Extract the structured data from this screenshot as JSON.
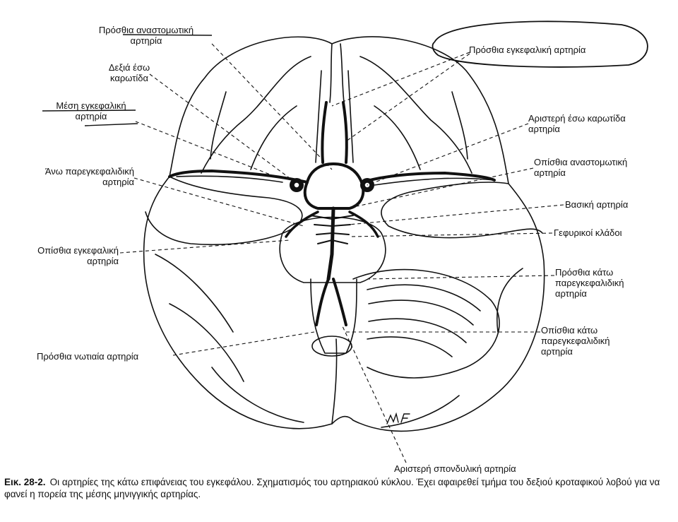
{
  "labels": {
    "ant_communicating": [
      "Πρόσθια αναστομωτική",
      "αρτηρία"
    ],
    "right_internal_carotid": [
      "Δεξιά έσω",
      "καρωτίδα"
    ],
    "middle_cerebral": [
      "Μέση εγκεφαλική",
      "αρτηρία"
    ],
    "superior_cerebellar": [
      "Άνω παρεγκεφαλιδική",
      "αρτηρία"
    ],
    "posterior_cerebral": [
      "Οπίσθια εγκεφαλική",
      "αρτηρία"
    ],
    "anterior_spinal": "Πρόσθια νωτιαία αρτηρία",
    "anterior_cerebral": "Πρόσθια εγκεφαλική αρτηρία",
    "left_internal_carotid": [
      "Αριστερή έσω καρωτίδα",
      "αρτηρία"
    ],
    "posterior_communicating": [
      "Οπίσθια αναστομωτική",
      "αρτηρία"
    ],
    "basilar": "Βασική αρτηρία",
    "pontine_branches": "Γεφυρικοί κλάδοι",
    "anterior_inferior_cerebellar": [
      "Πρόσθια κάτω",
      "παρεγκεφαλιδική",
      "αρτηρία"
    ],
    "posterior_inferior_cerebellar": [
      "Οπίσθια κάτω",
      "παρεγκεφαλιδική",
      "αρτηρία"
    ],
    "left_vertebral": "Αριστερή σπονδυλική αρτηρία"
  },
  "signature": "MF",
  "caption": {
    "number": "Εικ. 28-2.",
    "text": "Οι αρτηρίες της κάτω επιφάνειας του εγκεφάλου. Σχηματισμός του αρτηριακού κύκλου. Έχει αφαιρεθεί τμήμα του δεξιού κροταφικού λοβού για να φανεί η πορεία της μέσης μηνιγγικής αρτηρίας."
  }
}
